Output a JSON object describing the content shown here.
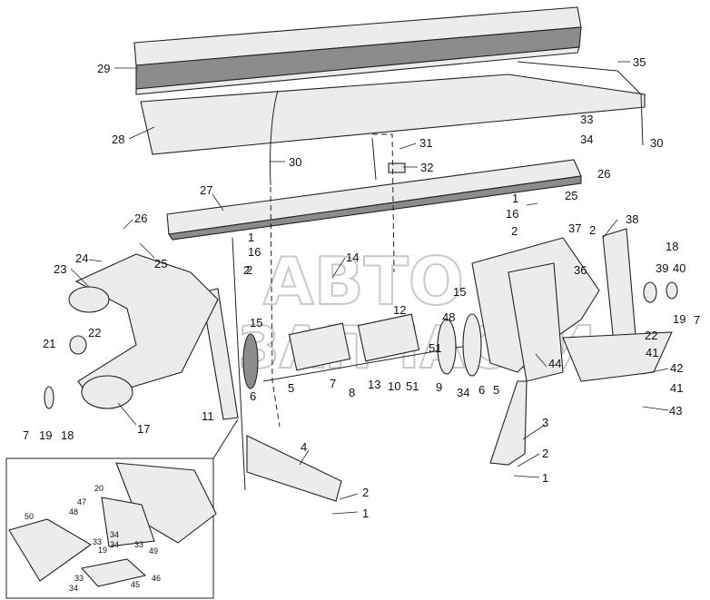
{
  "watermark": {
    "top": "АВТО",
    "bottom": "ЗАПЧАСТИ"
  },
  "callouts": {
    "c29": "29",
    "c35": "35",
    "c28": "28",
    "c33a": "33",
    "c34a": "34",
    "c30a": "30",
    "c30b": "30",
    "c31": "31",
    "c32": "32",
    "c27": "27",
    "c26a": "26",
    "c25a": "25",
    "c1a": "1",
    "c16a": "16",
    "c2a": "2",
    "c26b": "26",
    "c25b": "25",
    "c1b": "1",
    "c16b": "16",
    "c2b": "2",
    "c14": "14",
    "c24": "24",
    "c23": "23",
    "c15a": "15",
    "c12": "12",
    "c37": "37",
    "c2c": "2",
    "c38": "38",
    "c18a": "18",
    "c39": "39",
    "c40": "40",
    "c36": "36",
    "c15b": "15",
    "c22a": "22",
    "c19a": "19",
    "c7a": "7",
    "c22b": "22",
    "c41a": "41",
    "c21": "21",
    "c2d": "2",
    "c48": "48",
    "c51a": "51",
    "c44": "44",
    "c42": "42",
    "c7b": "7",
    "c8": "8",
    "c13": "13",
    "c10": "10",
    "c51b": "51",
    "c9": "9",
    "c34b": "34",
    "c6a": "6",
    "c5a": "5",
    "c41b": "41",
    "c6b": "6",
    "c5b": "5",
    "c11": "11",
    "c43": "43",
    "c18b": "18",
    "c17": "17",
    "c7c": "7",
    "c19b": "19",
    "c3": "3",
    "c4": "4",
    "c2e": "2",
    "c1c": "1",
    "c2f": "2",
    "c1d": "1"
  },
  "inset_callouts": {
    "i20": "20",
    "i47": "47",
    "i48": "48",
    "i50": "50",
    "i34a": "34",
    "i33a": "33",
    "i19": "19",
    "i34b": "34",
    "i33b": "33",
    "i49": "49",
    "i46": "46",
    "i33c": "33",
    "i34c": "34",
    "i45": "45"
  }
}
